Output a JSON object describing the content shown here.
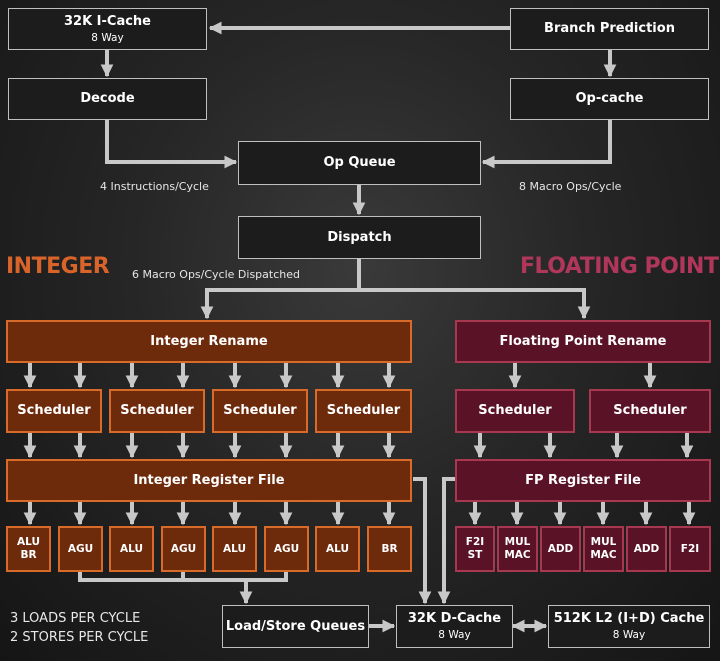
{
  "front_end": {
    "icache": {
      "title": "32K I-Cache",
      "sub": "8 Way"
    },
    "branch_prediction": "Branch Prediction",
    "decode": "Decode",
    "op_cache": "Op-cache",
    "op_queue": "Op Queue",
    "dispatch": "Dispatch",
    "decode_rate": "4 Instructions/Cycle",
    "opcache_rate": "8 Macro Ops/Cycle",
    "dispatch_rate": "6 Macro Ops/Cycle Dispatched"
  },
  "integer": {
    "heading": "INTEGER",
    "heading_color": "#d9642a",
    "rename": "Integer Rename",
    "schedulers": [
      "Scheduler",
      "Scheduler",
      "Scheduler",
      "Scheduler"
    ],
    "register_file": "Integer Register File",
    "units": [
      {
        "line1": "ALU",
        "line2": "BR"
      },
      {
        "line1": "AGU",
        "line2": ""
      },
      {
        "line1": "ALU",
        "line2": ""
      },
      {
        "line1": "AGU",
        "line2": ""
      },
      {
        "line1": "ALU",
        "line2": ""
      },
      {
        "line1": "AGU",
        "line2": ""
      },
      {
        "line1": "ALU",
        "line2": ""
      },
      {
        "line1": "BR",
        "line2": ""
      }
    ]
  },
  "floating_point": {
    "heading": "FLOATING POINT",
    "heading_color": "#b0365a",
    "rename": "Floating Point Rename",
    "schedulers": [
      "Scheduler",
      "Scheduler"
    ],
    "register_file": "FP Register File",
    "units": [
      {
        "line1": "F2I",
        "line2": "ST"
      },
      {
        "line1": "MUL",
        "line2": "MAC"
      },
      {
        "line1": "ADD",
        "line2": ""
      },
      {
        "line1": "MUL",
        "line2": "MAC"
      },
      {
        "line1": "ADD",
        "line2": ""
      },
      {
        "line1": "F2I",
        "line2": ""
      }
    ]
  },
  "memory": {
    "load_store": "Load/Store Queues",
    "dcache": {
      "title": "32K D-Cache",
      "sub": "8 Way"
    },
    "l2": {
      "title": "512K L2 (I+D) Cache",
      "sub": "8 Way"
    },
    "notes": [
      "3 LOADS PER CYCLE",
      "2 STORES PER CYCLE"
    ]
  },
  "colors": {
    "wire": "#c8c8c8",
    "integer_box": "#6e2b0c",
    "integer_border": "#d86a2a",
    "fp_box": "#5a1326",
    "fp_border": "#a8384f"
  }
}
